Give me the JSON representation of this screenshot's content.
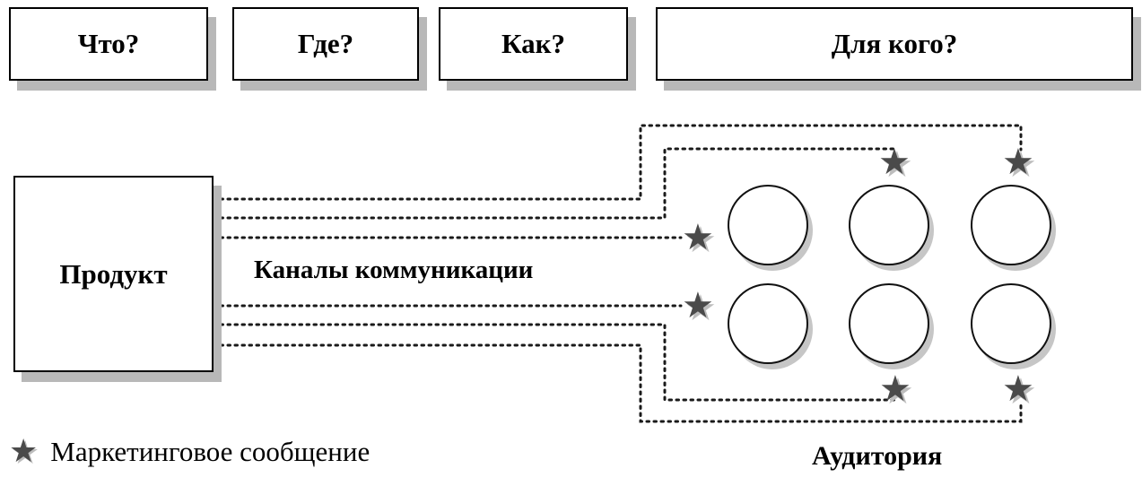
{
  "diagram": {
    "top_boxes": [
      {
        "label": "Что?"
      },
      {
        "label": "Где?"
      },
      {
        "label": "Как?"
      },
      {
        "label": "Для кого?"
      }
    ],
    "product_box": {
      "label": "Продукт"
    },
    "channels_label": "Каналы коммуникации",
    "audience_label": "Аудитория",
    "legend": {
      "label": "Маркетинговое сообщение"
    },
    "audience_circle_count": 6,
    "marketing_message_star_count": 6,
    "channel_line_count": 6
  },
  "icons": {
    "star": "★"
  },
  "colors": {
    "background": "#ffffff",
    "border": "#000000",
    "box_shadow": "#b8b8b8",
    "star_fill": "#4a4a4a",
    "dotted_line": "#1a1a1a"
  }
}
